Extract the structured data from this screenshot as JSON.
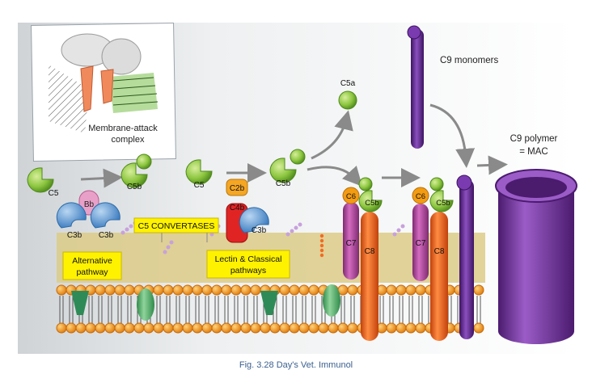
{
  "inset": {
    "label_line1": "Membrane-attack",
    "label_line2": "complex"
  },
  "labels": {
    "c5": "C5",
    "c5b": "C5b",
    "c5a": "C5a",
    "c2b": "C2b",
    "c4b": "C4b",
    "c3b": "C3b",
    "bb": "Bb",
    "c6": "C6",
    "c7": "C7",
    "c8": "C8",
    "c9_monomers": "C9 monomers",
    "c9_polymer_line1": "C9 polymer",
    "c9_polymer_line2": "= MAC",
    "c5_convertases": "C5 CONVERTASES",
    "alternative_line1": "Alternative",
    "alternative_line2": "pathway",
    "lectin_line1": "Lectin & Classical",
    "lectin_line2": "pathways"
  },
  "caption": "Fig. 3.28 Day's Vet. Immunol",
  "colors": {
    "c5_green": "#8cc63f",
    "c3b_blue": "#5b9bd5",
    "bb_pink": "#e9a0c8",
    "c4b_red": "#e02424",
    "c2b_orange": "#f5a623",
    "c6_orange": "#f39c12",
    "c7_magenta": "#b0449b",
    "c8_orange": "#f26b21",
    "c9_purple": "#6a2c91",
    "label_yellow": "#fff200",
    "membrane_tan": "#d8c98b",
    "lipid_head": "#f7941d"
  }
}
